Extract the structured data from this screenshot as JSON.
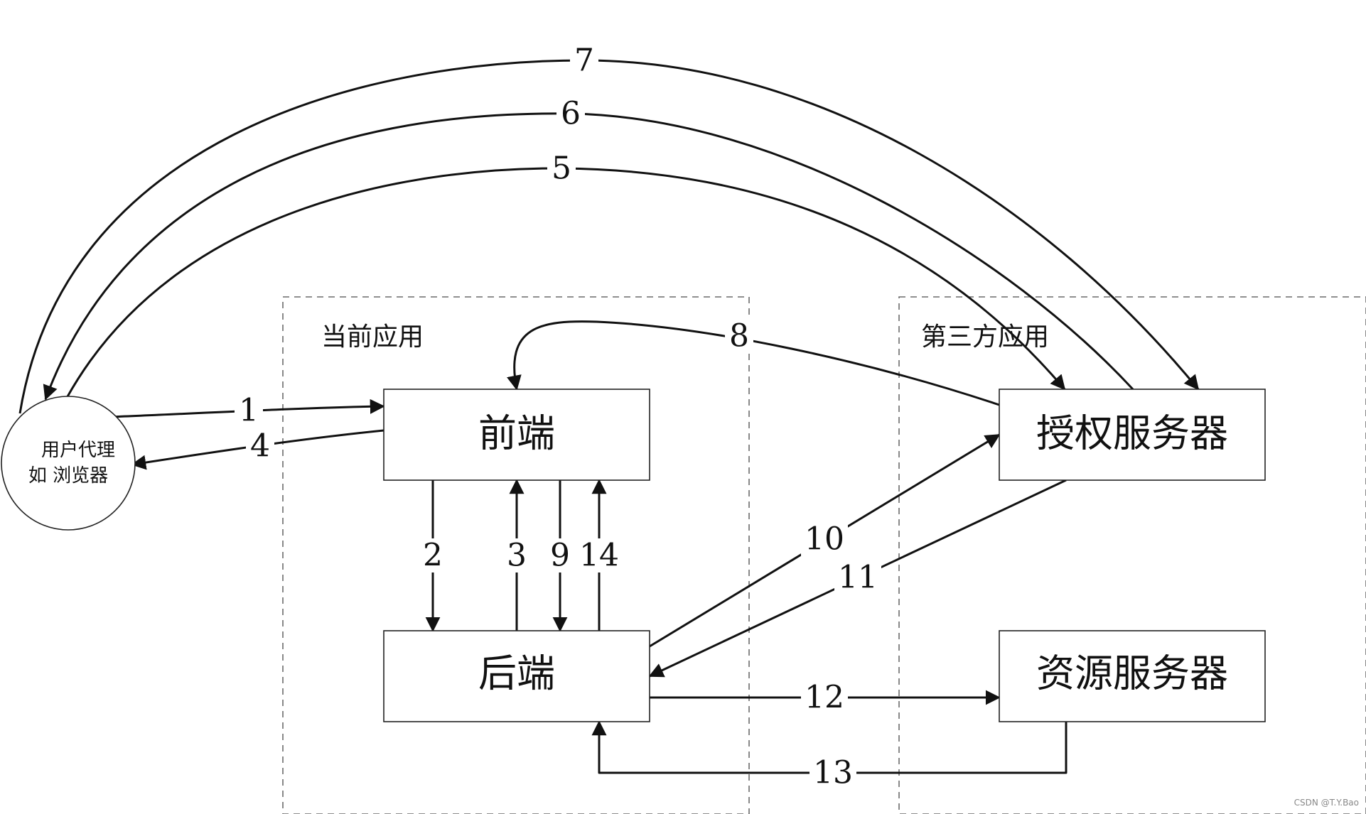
{
  "groups": {
    "current_app": "当前应用",
    "third_party_app": "第三方应用"
  },
  "nodes": {
    "user_agent_line1": "用户代理",
    "user_agent_line2": "如 浏览器",
    "frontend": "前端",
    "backend": "后端",
    "auth_server": "授权服务器",
    "resource_server": "资源服务器"
  },
  "edges": [
    {
      "id": "1",
      "label": "1",
      "from": "user_agent",
      "to": "frontend"
    },
    {
      "id": "2",
      "label": "2",
      "from": "frontend",
      "to": "backend"
    },
    {
      "id": "3",
      "label": "3",
      "from": "backend",
      "to": "frontend"
    },
    {
      "id": "4",
      "label": "4",
      "from": "frontend",
      "to": "user_agent"
    },
    {
      "id": "5",
      "label": "5",
      "from": "user_agent",
      "to": "auth_server"
    },
    {
      "id": "6",
      "label": "6",
      "from": "auth_server",
      "to": "user_agent"
    },
    {
      "id": "7",
      "label": "7",
      "from": "user_agent",
      "to": "auth_server"
    },
    {
      "id": "8",
      "label": "8",
      "from": "auth_server",
      "to": "frontend"
    },
    {
      "id": "9",
      "label": "9",
      "from": "frontend",
      "to": "backend"
    },
    {
      "id": "10",
      "label": "10",
      "from": "backend",
      "to": "auth_server"
    },
    {
      "id": "11",
      "label": "11",
      "from": "auth_server",
      "to": "backend"
    },
    {
      "id": "12",
      "label": "12",
      "from": "backend",
      "to": "resource_server"
    },
    {
      "id": "13",
      "label": "13",
      "from": "resource_server",
      "to": "backend"
    },
    {
      "id": "14",
      "label": "14",
      "from": "backend",
      "to": "frontend"
    }
  ],
  "watermark": "CSDN @T.Y.Bao"
}
